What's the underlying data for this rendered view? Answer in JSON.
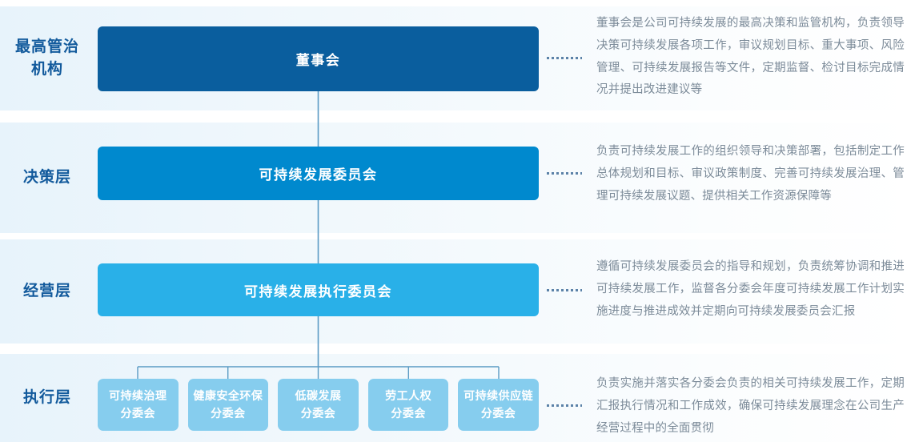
{
  "colors": {
    "band_start": "#e7f3fb",
    "band_end": "#ffffff",
    "tier_label_text": "#125a9c",
    "node_level_1": "#0a5e9e",
    "node_level_2": "#0089ce",
    "node_level_3": "#29b0e8",
    "subcommittee": "#86cdee",
    "connector_line": "#5b9bc4",
    "dotted_connector": "#5b82a8",
    "description_text": "#7c8b99"
  },
  "tiers": [
    {
      "label": "最高管治\n机构",
      "node": "董事会",
      "description": "董事会是公司可持续发展的最高决策和监管机构，负责领导决策可持续发展各项工作，审议规划目标、重大事项、风险管理、可持续发展报告等文件，定期监督、检讨目标完成情况并提出改进建议等"
    },
    {
      "label": "决策层",
      "node": "可持续发展委员会",
      "description": "负责可持续发展工作的组织领导和决策部署，包括制定工作总体规划和目标、审议政策制度、完善可持续发展治理、管理可持续发展议题、提供相关工作资源保障等"
    },
    {
      "label": "经营层",
      "node": "可持续发展执行委员会",
      "description": "遵循可持续发展委员会的指导和规划，负责统筹协调和推进可持续发展工作，监督各分委会年度可持续发展工作计划实施进度与推进成效并定期向可持续发展委员会汇报"
    },
    {
      "label": "执行层",
      "node": "",
      "description": "负责实施并落实各分委会负责的相关可持续发展工作，定期汇报执行情况和工作成效，确保可持续发展理念在公司生产经营过程中的全面贯彻"
    }
  ],
  "subcommittees": [
    {
      "line1": "可持续治理",
      "line2": "分委会"
    },
    {
      "line1": "健康安全环保",
      "line2": "分委会"
    },
    {
      "line1": "低碳发展",
      "line2": "分委会"
    },
    {
      "line1": "劳工人权",
      "line2": "分委会"
    },
    {
      "line1": "可持续供应链",
      "line2": "分委会"
    }
  ]
}
